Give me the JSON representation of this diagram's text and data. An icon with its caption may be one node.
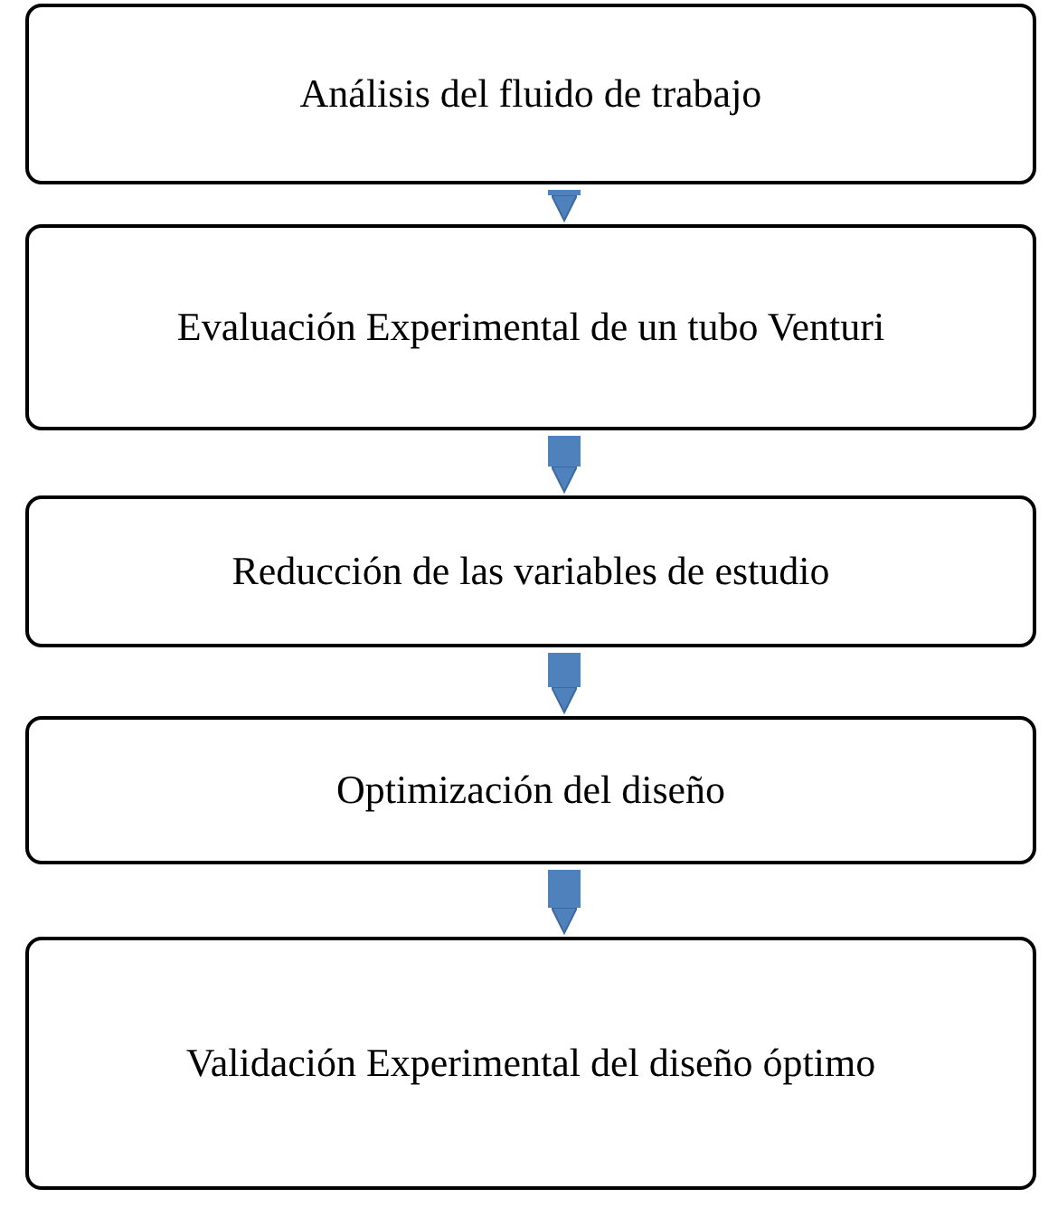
{
  "diagram": {
    "nodes": [
      {
        "text": [
          "Análisis del fluido de trabajo"
        ]
      },
      {
        "text": [
          "Evaluación Experimental de un tubo Venturi"
        ]
      },
      {
        "text": [
          "Reducción de las variables de estudio"
        ]
      },
      {
        "text": [
          "Optimización del diseño"
        ]
      },
      {
        "text": [
          "Validación Experimental del diseño óptimo"
        ]
      }
    ],
    "edges": [
      {
        "from": 0,
        "to": 1,
        "arrow": "to"
      },
      {
        "from": 1,
        "to": 2,
        "arrow": "to"
      },
      {
        "from": 2,
        "to": 3,
        "arrow": "to"
      },
      {
        "from": 3,
        "to": 4,
        "arrow": "to"
      }
    ]
  }
}
